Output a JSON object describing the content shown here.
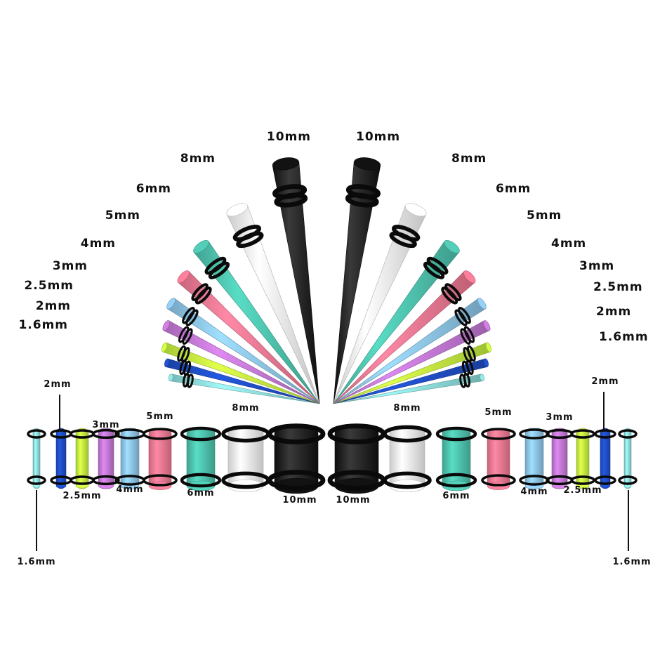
{
  "colors": {
    "background": "#ffffff",
    "oring": "#0a0a0a",
    "black": "#111111",
    "white": "#f7f7f7",
    "teal": "#4fc5b0",
    "pink": "#f47a95",
    "lightblue": "#8fc8ec",
    "purple": "#c77ad8",
    "lime": "#c9f542",
    "blue": "#1f4fc9",
    "aqua": "#8fe0df"
  },
  "tapers": {
    "left": [
      {
        "size": "1.6mm",
        "color": "aqua"
      },
      {
        "size": "2mm",
        "color": "blue"
      },
      {
        "size": "2.5mm",
        "color": "lime"
      },
      {
        "size": "3mm",
        "color": "purple"
      },
      {
        "size": "4mm",
        "color": "lightblue"
      },
      {
        "size": "5mm",
        "color": "pink"
      },
      {
        "size": "6mm",
        "color": "teal"
      },
      {
        "size": "8mm",
        "color": "white"
      },
      {
        "size": "10mm",
        "color": "black"
      }
    ],
    "right": [
      {
        "size": "10mm",
        "color": "black"
      },
      {
        "size": "8mm",
        "color": "white"
      },
      {
        "size": "6mm",
        "color": "teal"
      },
      {
        "size": "5mm",
        "color": "pink"
      },
      {
        "size": "4mm",
        "color": "lightblue"
      },
      {
        "size": "3mm",
        "color": "purple"
      },
      {
        "size": "2.5mm",
        "color": "lime"
      },
      {
        "size": "2mm",
        "color": "blue"
      },
      {
        "size": "1.6mm",
        "color": "aqua"
      }
    ]
  },
  "plugs": [
    {
      "size": "1.6mm",
      "color": "aqua"
    },
    {
      "size": "2mm",
      "color": "blue"
    },
    {
      "size": "2.5mm",
      "color": "lime"
    },
    {
      "size": "3mm",
      "color": "purple"
    },
    {
      "size": "4mm",
      "color": "lightblue"
    },
    {
      "size": "5mm",
      "color": "pink"
    },
    {
      "size": "6mm",
      "color": "teal"
    },
    {
      "size": "8mm",
      "color": "white"
    },
    {
      "size": "10mm",
      "color": "black"
    },
    {
      "size": "10mm",
      "color": "black"
    },
    {
      "size": "8mm",
      "color": "white"
    },
    {
      "size": "6mm",
      "color": "teal"
    },
    {
      "size": "5mm",
      "color": "pink"
    },
    {
      "size": "4mm",
      "color": "lightblue"
    },
    {
      "size": "3mm",
      "color": "purple"
    },
    {
      "size": "2.5mm",
      "color": "lime"
    },
    {
      "size": "2mm",
      "color": "blue"
    },
    {
      "size": "1.6mm",
      "color": "aqua"
    }
  ]
}
